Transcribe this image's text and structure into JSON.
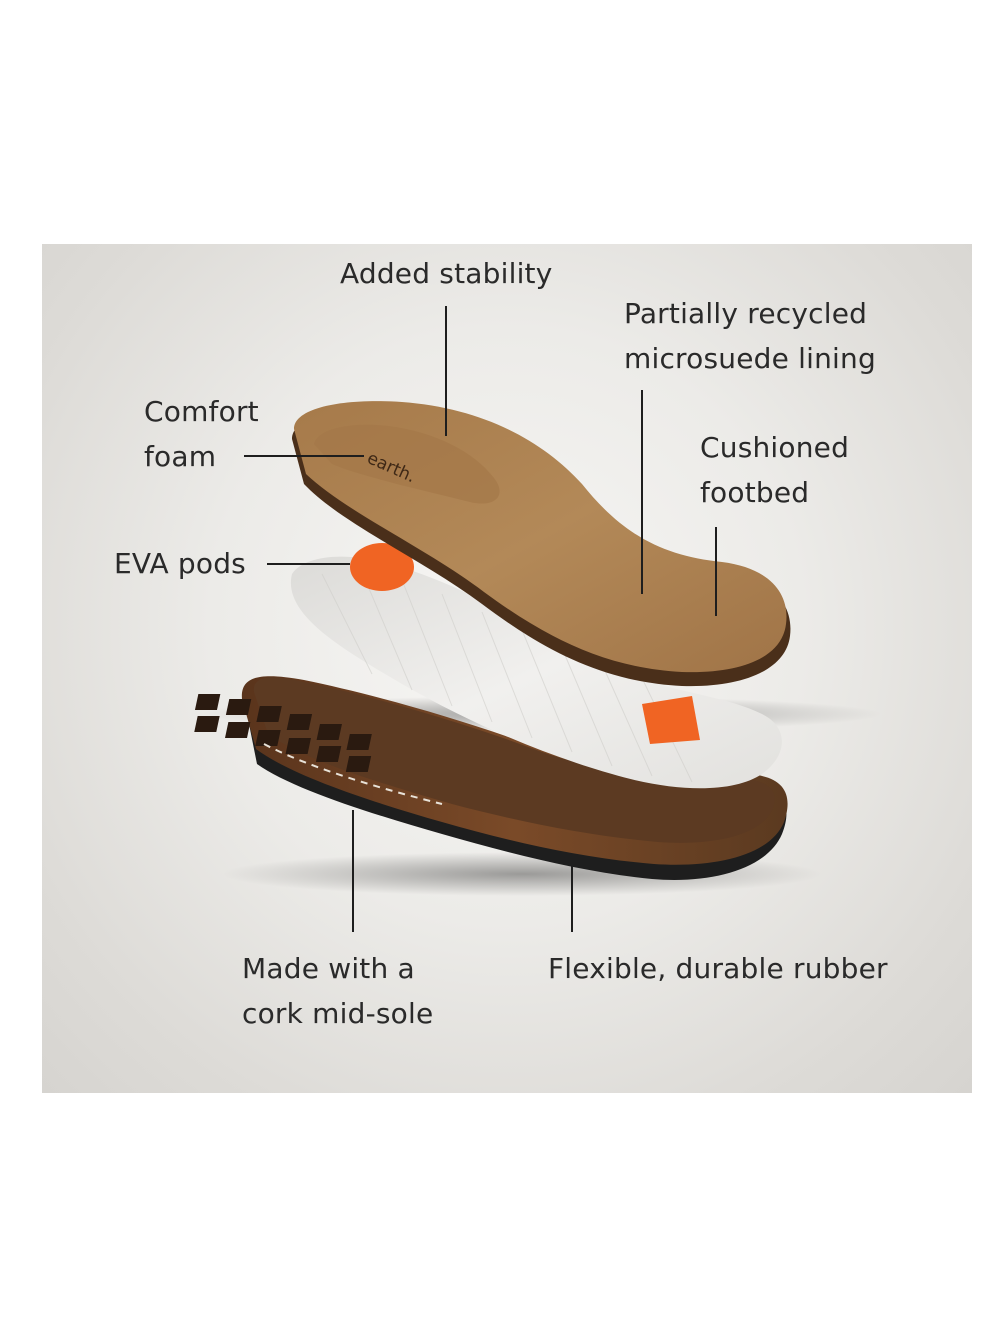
{
  "brand_mark": "earth.",
  "labels": {
    "added_stability": "Added stability",
    "recycled_lining": [
      "Partially recycled",
      "microsuede lining"
    ],
    "comfort_foam": [
      "Comfort",
      "foam"
    ],
    "cushioned_footbed": [
      "Cushioned",
      "footbed"
    ],
    "eva_pods": "EVA pods",
    "cork_midsole": [
      "Made with a",
      "cork mid-sole"
    ],
    "rubber": "Flexible, durable rubber"
  },
  "colors": {
    "footbed": "#b08655",
    "foam": "#e8e7e4",
    "eva_pod": "#f06423",
    "cork": "#6a3f22",
    "rubber": "#1f1f1f"
  }
}
